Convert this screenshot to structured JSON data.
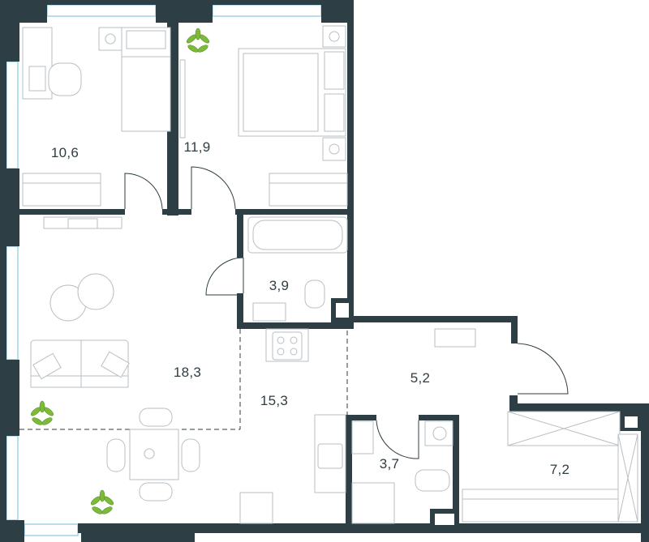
{
  "colors": {
    "wall": "#2d3e44",
    "window": "#9fd3e6",
    "furniture": "#b8bfc3",
    "plant": "#7dba3a",
    "background": "#ffffff"
  },
  "rooms": {
    "bedroom_small": {
      "area": "10,6"
    },
    "bedroom_large": {
      "area": "11,9"
    },
    "bathroom_top": {
      "area": "3,9"
    },
    "living": {
      "area": "18,3"
    },
    "kitchen": {
      "area": "15,3"
    },
    "hall": {
      "area": "5,2"
    },
    "bathroom_bottom": {
      "area": "3,7"
    },
    "storage": {
      "area": "7,2"
    }
  }
}
